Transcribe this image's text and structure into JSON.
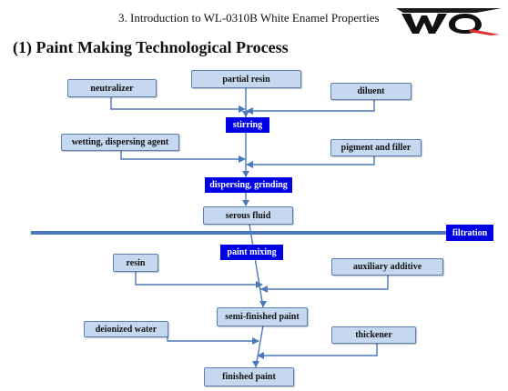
{
  "header": {
    "title": "3. Introduction to WL-0310B White Enamel Properties",
    "logo_text": "WQ"
  },
  "section_title": "(1) Paint Making Technological Process",
  "colors": {
    "box_fill": "#c5d8f0",
    "box_border": "#5a7fb0",
    "step_fill": "#0000e6",
    "step_text": "#ffffff",
    "connector": "#4a78b8"
  },
  "process": {
    "inputs": {
      "neutralizer": "neutralizer",
      "partial_resin": "partial resin",
      "diluent": "diluent",
      "wetting_agent": "wetting, dispersing agent",
      "pigment_filler": "pigment and  filler",
      "serous_fluid": "serous fluid",
      "resin": "resin",
      "auxiliary_additive": "auxiliary additive",
      "semi_finished_paint": "semi-finished paint",
      "deionized_water": "deionized water",
      "thickener": "thickener",
      "finished_paint": "finished paint"
    },
    "steps": {
      "stirring": "stirring",
      "dispersing_grinding": "dispersing, grinding",
      "filtration": "filtration",
      "paint_mixing": "paint mixing"
    }
  }
}
